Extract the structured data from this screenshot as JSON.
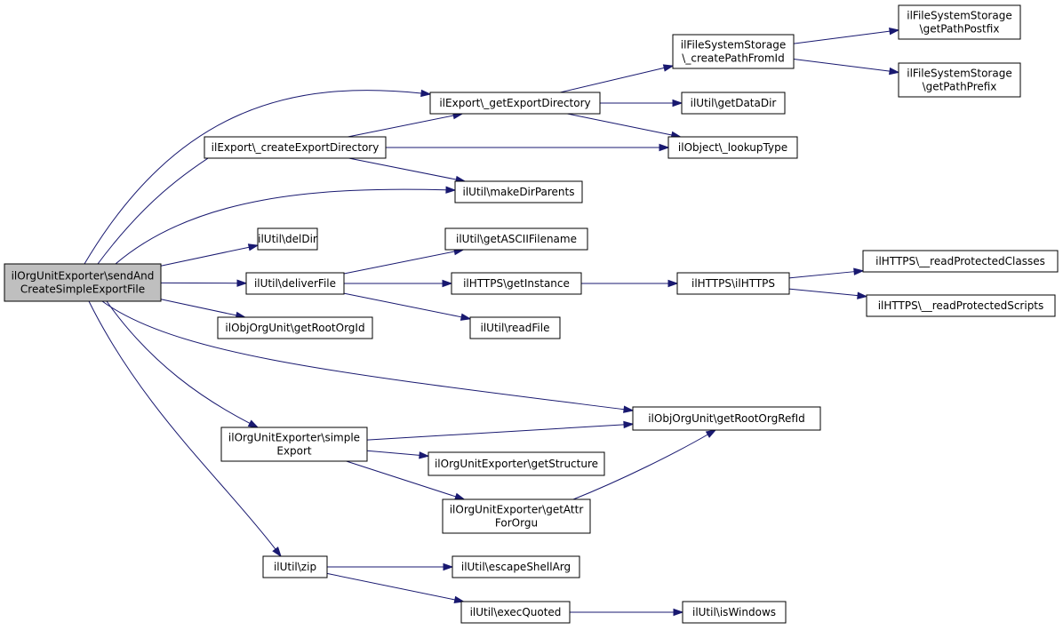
{
  "graph": {
    "nodes": [
      {
        "id": "root",
        "lines": [
          "ilOrgUnitExporter\\sendAnd",
          "CreateSimpleExportFile"
        ],
        "root": true
      },
      {
        "id": "getExportDirectory",
        "lines": [
          "ilExport\\_getExportDirectory"
        ]
      },
      {
        "id": "createExportDirectory",
        "lines": [
          "ilExport\\_createExportDirectory"
        ]
      },
      {
        "id": "makeDirParents",
        "lines": [
          "ilUtil\\makeDirParents"
        ]
      },
      {
        "id": "delDir",
        "lines": [
          "ilUtil\\delDir"
        ]
      },
      {
        "id": "deliverFile",
        "lines": [
          "ilUtil\\deliverFile"
        ]
      },
      {
        "id": "getRootOrgId",
        "lines": [
          "ilObjOrgUnit\\getRootOrgId"
        ]
      },
      {
        "id": "simpleExport",
        "lines": [
          "ilOrgUnitExporter\\simple",
          "Export"
        ]
      },
      {
        "id": "zip",
        "lines": [
          "ilUtil\\zip"
        ]
      },
      {
        "id": "createPathFromId",
        "lines": [
          "ilFileSystemStorage",
          "\\_createPathFromId"
        ]
      },
      {
        "id": "getDataDir",
        "lines": [
          "ilUtil\\getDataDir"
        ]
      },
      {
        "id": "lookupType",
        "lines": [
          "ilObject\\_lookupType"
        ]
      },
      {
        "id": "getPathPostfix",
        "lines": [
          "ilFileSystemStorage",
          "\\getPathPostfix"
        ]
      },
      {
        "id": "getPathPrefix",
        "lines": [
          "ilFileSystemStorage",
          "\\getPathPrefix"
        ]
      },
      {
        "id": "getASCIIFilename",
        "lines": [
          "ilUtil\\getASCIIFilename"
        ]
      },
      {
        "id": "getInstance",
        "lines": [
          "ilHTTPS\\getInstance"
        ]
      },
      {
        "id": "readFile",
        "lines": [
          "ilUtil\\readFile"
        ]
      },
      {
        "id": "ilHTTPS",
        "lines": [
          "ilHTTPS\\ilHTTPS"
        ]
      },
      {
        "id": "readProtectedClasses",
        "lines": [
          "ilHTTPS\\__readProtectedClasses"
        ]
      },
      {
        "id": "readProtectedScripts",
        "lines": [
          "ilHTTPS\\__readProtectedScripts"
        ]
      },
      {
        "id": "getRootOrgRefId",
        "lines": [
          "ilObjOrgUnit\\getRootOrgRefId"
        ]
      },
      {
        "id": "getStructure",
        "lines": [
          "ilOrgUnitExporter\\getStructure"
        ]
      },
      {
        "id": "getAttrForOrgu",
        "lines": [
          "ilOrgUnitExporter\\getAttr",
          "ForOrgu"
        ]
      },
      {
        "id": "escapeShellArg",
        "lines": [
          "ilUtil\\escapeShellArg"
        ]
      },
      {
        "id": "execQuoted",
        "lines": [
          "ilUtil\\execQuoted"
        ]
      },
      {
        "id": "isWindows",
        "lines": [
          "ilUtil\\isWindows"
        ]
      }
    ],
    "edges": [
      {
        "from": "root",
        "to": "getExportDirectory"
      },
      {
        "from": "root",
        "to": "createExportDirectory"
      },
      {
        "from": "root",
        "to": "makeDirParents"
      },
      {
        "from": "root",
        "to": "delDir"
      },
      {
        "from": "root",
        "to": "deliverFile"
      },
      {
        "from": "root",
        "to": "getRootOrgId"
      },
      {
        "from": "root",
        "to": "getRootOrgRefId"
      },
      {
        "from": "root",
        "to": "simpleExport"
      },
      {
        "from": "root",
        "to": "zip"
      },
      {
        "from": "getExportDirectory",
        "to": "createPathFromId"
      },
      {
        "from": "getExportDirectory",
        "to": "getDataDir"
      },
      {
        "from": "getExportDirectory",
        "to": "lookupType"
      },
      {
        "from": "createPathFromId",
        "to": "getPathPostfix"
      },
      {
        "from": "createPathFromId",
        "to": "getPathPrefix"
      },
      {
        "from": "createExportDirectory",
        "to": "getExportDirectory"
      },
      {
        "from": "createExportDirectory",
        "to": "lookupType"
      },
      {
        "from": "createExportDirectory",
        "to": "makeDirParents"
      },
      {
        "from": "deliverFile",
        "to": "getASCIIFilename"
      },
      {
        "from": "deliverFile",
        "to": "getInstance"
      },
      {
        "from": "deliverFile",
        "to": "readFile"
      },
      {
        "from": "getInstance",
        "to": "ilHTTPS"
      },
      {
        "from": "ilHTTPS",
        "to": "readProtectedClasses"
      },
      {
        "from": "ilHTTPS",
        "to": "readProtectedScripts"
      },
      {
        "from": "simpleExport",
        "to": "getRootOrgRefId"
      },
      {
        "from": "simpleExport",
        "to": "getStructure"
      },
      {
        "from": "simpleExport",
        "to": "getAttrForOrgu"
      },
      {
        "from": "getAttrForOrgu",
        "to": "getRootOrgRefId"
      },
      {
        "from": "zip",
        "to": "escapeShellArg"
      },
      {
        "from": "zip",
        "to": "execQuoted"
      },
      {
        "from": "execQuoted",
        "to": "isWindows"
      }
    ]
  }
}
